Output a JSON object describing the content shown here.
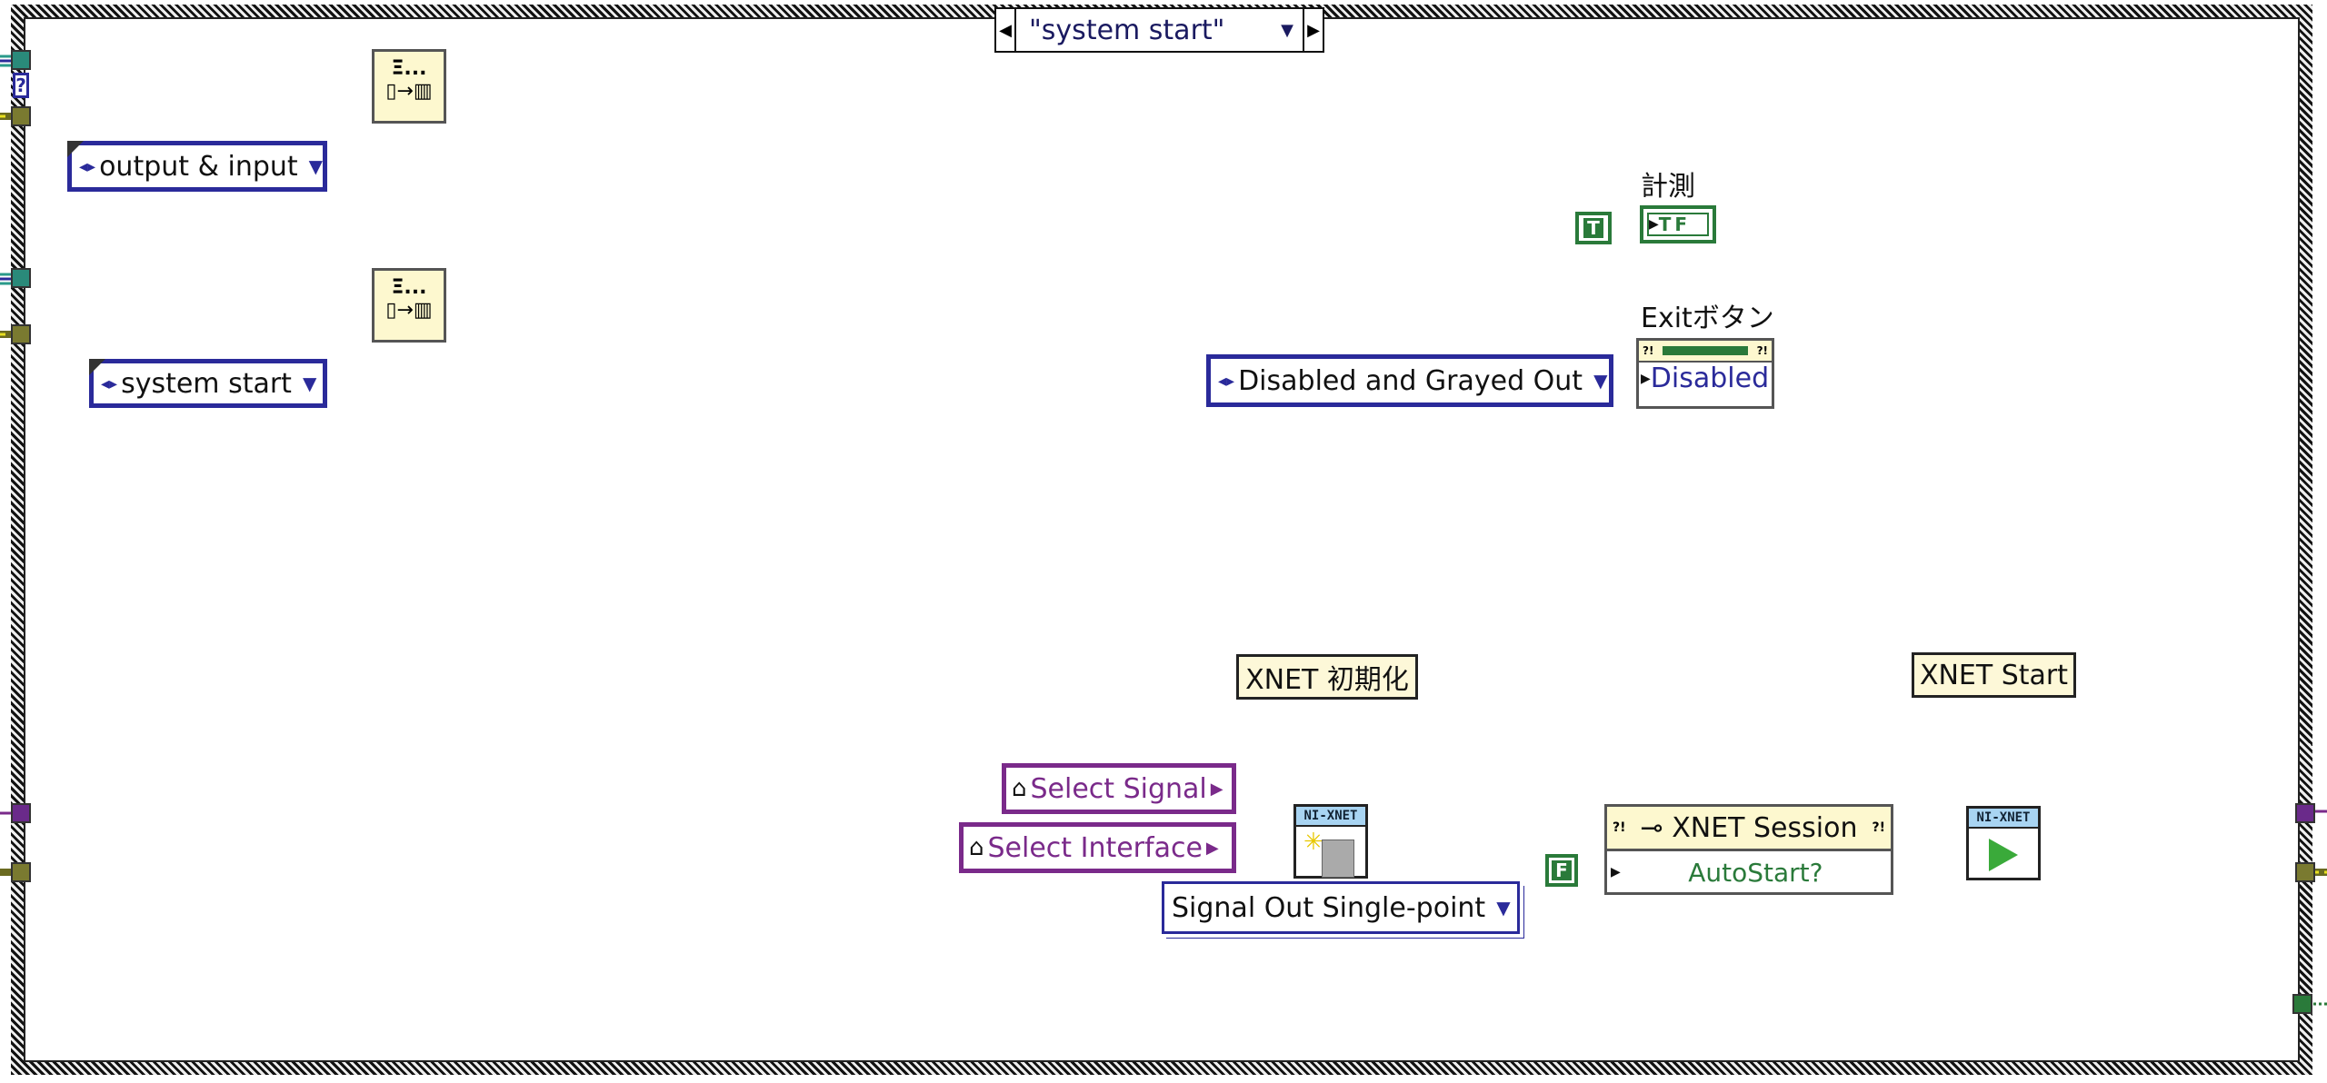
{
  "case_selector": {
    "value": "\"system start\"",
    "prev_icon": "left-triangle-icon",
    "next_icon": "right-triangle-icon",
    "dropdown_icon": "down-triangle-icon"
  },
  "left_column": {
    "enqueue_nodes": [
      {
        "name": "enqueue-element-1",
        "icon": "queue-enqueue-icon",
        "glyph_top": "Ξ...",
        "glyph_bottom": "▯→▥"
      },
      {
        "name": "enqueue-element-2",
        "icon": "queue-enqueue-icon",
        "glyph_top": "Ξ...",
        "glyph_bottom": "▯→▥"
      }
    ],
    "enum_constants": [
      {
        "value": "output & input"
      },
      {
        "value": "system start"
      }
    ],
    "unknown_tunnel_label": "?"
  },
  "measure": {
    "label": "計測",
    "constant": "T",
    "indicator": "TF"
  },
  "exit_button": {
    "label": "Exitボタン",
    "property": "Disabled",
    "enum_value": "Disabled and Grayed Out"
  },
  "xnet_init": {
    "label": "XNET 初期化",
    "select_signal": "Select Signal",
    "select_interface": "Select Interface",
    "create_node_header": "NI-XNET",
    "mode": "Signal Out Single-point"
  },
  "xnet_session": {
    "title": "XNET Session",
    "property": "AutoStart?",
    "autostart_constant": "F"
  },
  "xnet_start": {
    "label": "XNET Start",
    "node_header": "NI-XNET"
  },
  "colors": {
    "enum_border": "#2a2a9a",
    "ring_purple": "#7a2a8a",
    "bool_green": "#2a7a3a",
    "error_wire": "#d8d020",
    "node_bg": "#fdf8cf",
    "xnet_header": "#a8d4f2"
  }
}
